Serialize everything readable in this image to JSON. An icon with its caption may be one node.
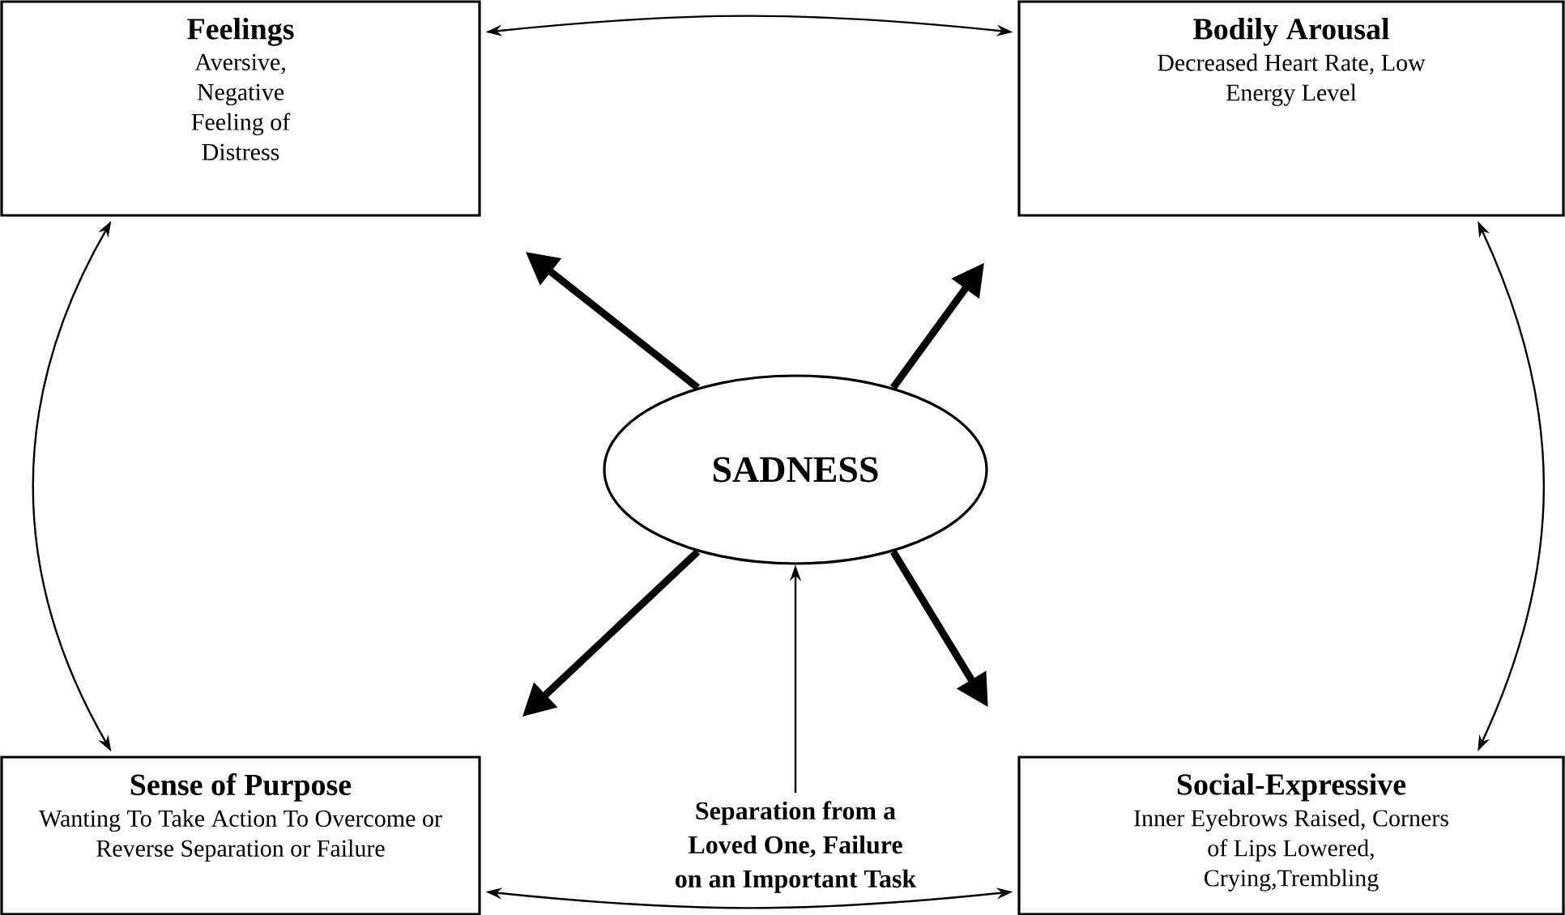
{
  "diagram": {
    "nodes": [
      {
        "text": [
          "Feelings",
          "Aversive, Negative Feeling of Distress"
        ]
      },
      {
        "text": [
          "Bodily Arousal",
          "Decreased Heart Rate, Low Energy Level"
        ]
      },
      {
        "text": [
          "SADNESS"
        ]
      },
      {
        "text": [
          "Sense of Purpose",
          "Wanting To Take Action To Overcome or Reverse Separation or Failure"
        ]
      },
      {
        "text": [
          "Separation from a Loved One, Failure on an Important Task"
        ]
      },
      {
        "text": [
          "Social-Expressive",
          "Inner Eyebrows Raised, Corners of Lips Lowered, Crying,Trembling"
        ]
      }
    ],
    "edges": [
      {
        "from": 0,
        "to": 1,
        "arrow": "both"
      },
      {
        "from": 2,
        "to": 0,
        "arrow": "to",
        "style": "thick"
      },
      {
        "from": 2,
        "to": 1,
        "arrow": "to",
        "style": "thick"
      },
      {
        "from": 0,
        "to": 3,
        "arrow": "both"
      },
      {
        "from": 1,
        "to": 5,
        "arrow": "both"
      },
      {
        "from": 4,
        "to": 2,
        "arrow": "to"
      },
      {
        "from": 2,
        "to": 3,
        "arrow": "to",
        "style": "thick"
      },
      {
        "from": 2,
        "to": 5,
        "arrow": "to",
        "style": "thick"
      },
      {
        "from": 3,
        "to": 5,
        "arrow": "both"
      }
    ]
  }
}
